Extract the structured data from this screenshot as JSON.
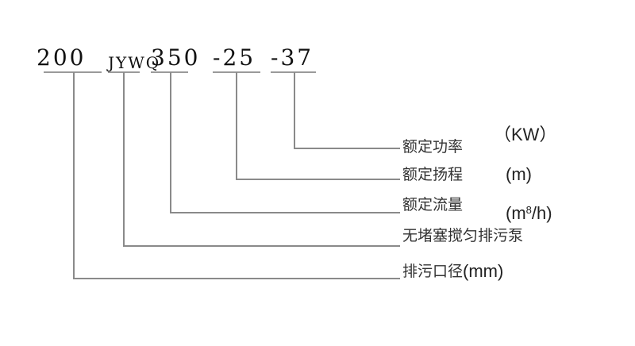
{
  "model_code": {
    "parts": [
      {
        "id": "diameter",
        "text": "200"
      },
      {
        "id": "type",
        "text": "JYWQ"
      },
      {
        "id": "flow",
        "text": "350"
      },
      {
        "id": "head",
        "text": "-25"
      },
      {
        "id": "power",
        "text": "-37"
      }
    ]
  },
  "labels": [
    {
      "id": "power",
      "text": "额定功率",
      "unit": "（KW）"
    },
    {
      "id": "head",
      "text": "额定扬程",
      "unit": "(m)"
    },
    {
      "id": "flow",
      "text": "额定流量",
      "unit_base": "(m",
      "unit_sup": "8",
      "unit_tail": "/h)"
    },
    {
      "id": "type",
      "text": "无堵塞搅匀排污泵",
      "unit": ""
    },
    {
      "id": "diameter",
      "text": "排污口径",
      "unit": "(mm)"
    }
  ],
  "colors": {
    "line": "#8a8a8a",
    "text": "#111111"
  }
}
